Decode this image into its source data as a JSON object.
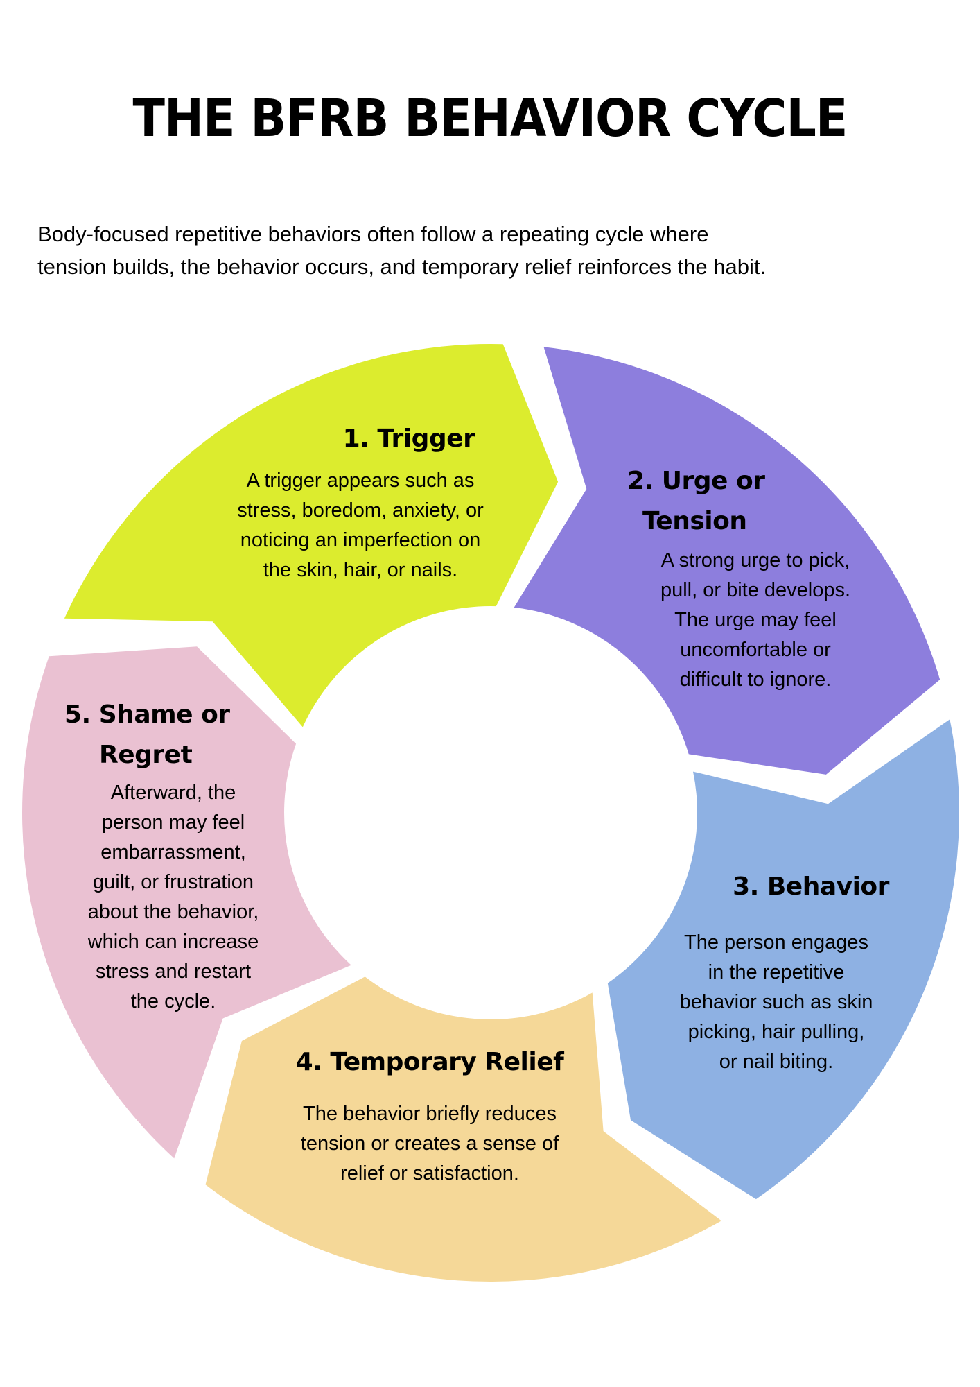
{
  "title": "THE BFRB BEHAVIOR CYCLE",
  "intro": {
    "lines": [
      "Body-focused repetitive behaviors often follow a repeating cycle where",
      "tension builds, the behavior occurs, and temporary relief reinforces the habit."
    ]
  },
  "cycle": {
    "stages": [
      {
        "number": 1,
        "color": "#DCEC2E",
        "heading": [
          "1. Trigger"
        ],
        "body": [
          "A trigger appears such as",
          "stress, boredom, anxiety, or",
          "noticing an imperfection on",
          "the skin, hair, or nails."
        ]
      },
      {
        "number": 2,
        "color": "#8D7EDD",
        "heading": [
          "2. Urge or",
          "Tension"
        ],
        "body": [
          "A strong urge to pick,",
          "pull, or bite develops.",
          "The urge may feel",
          "uncomfortable or",
          "difficult to ignore."
        ]
      },
      {
        "number": 3,
        "color": "#8EB1E3",
        "heading": [
          "3. Behavior"
        ],
        "body": [
          "The person engages",
          "in the repetitive",
          "behavior such as skin",
          "picking, hair pulling,",
          "or nail biting."
        ]
      },
      {
        "number": 4,
        "color": "#F5D898",
        "heading": [
          "4. Temporary Relief"
        ],
        "body": [
          "The behavior briefly reduces",
          "tension or creates a sense of",
          "relief or satisfaction."
        ]
      },
      {
        "number": 5,
        "color": "#EAC1D2",
        "heading": [
          "5. Shame or",
          "Regret"
        ],
        "body": [
          "Afterward, the",
          "person may feel",
          "embarrassment,",
          "guilt, or frustration",
          "about the behavior,",
          "which can increase",
          "stress and restart",
          "the cycle."
        ]
      }
    ]
  }
}
